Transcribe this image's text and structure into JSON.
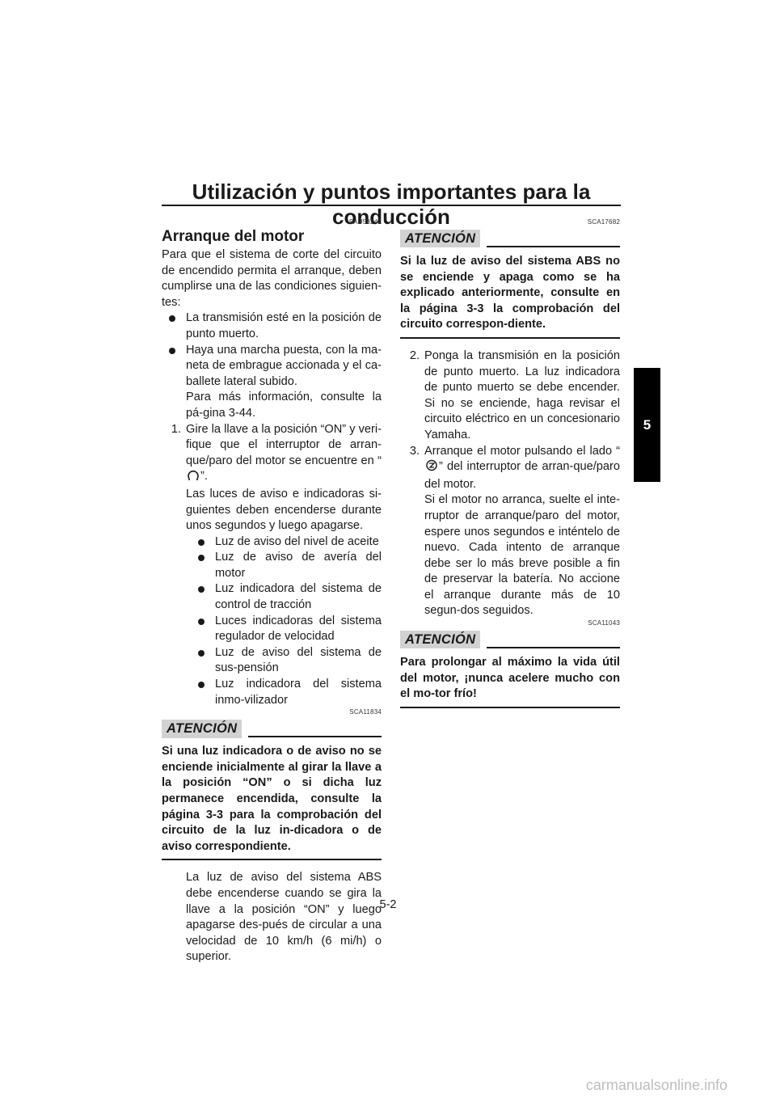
{
  "header": {
    "title": "Utilización y puntos importantes para la conducción",
    "chapter_tab": "5"
  },
  "left": {
    "section_code": "SAU58242",
    "section_title": "Arranque del motor",
    "intro": "Para que el sistema de corte del circuito de encendido permita el arranque, deben cumplirse una de las condiciones siguien-tes:",
    "conditions": [
      "La transmisión esté en la posición de punto muerto.",
      "Haya una marcha puesta, con la ma-neta de embrague accionada y el ca-ballete lateral subido."
    ],
    "conditions_note": "Para más información, consulte la pá-gina 3-44.",
    "step1_num": "1.",
    "step1_text_a": "Gire la llave a la posición “ON” y veri-fique que el interruptor de arran-que/paro del motor se encuentre en “",
    "step1_text_b": "”.",
    "step1_note": "Las luces de aviso e indicadoras si-guientes deben encenderse durante unos segundos y luego apagarse.",
    "lights": [
      "Luz de aviso del nivel de aceite",
      "Luz de aviso de avería del motor",
      "Luz indicadora del sistema de control de tracción",
      "Luces indicadoras del sistema regulador de velocidad",
      "Luz de aviso del sistema de sus-pensión",
      "Luz indicadora del sistema inmo-vilizador"
    ],
    "caution_code": "SCA11834",
    "caution_label": "ATENCIÓN",
    "caution_text": "Si una luz indicadora o de aviso no se enciende inicialmente al girar la llave a la posición “ON” o si dicha luz permanece encendida, consulte la página 3-3 para la comprobación del circuito de la luz in-dicadora o de aviso correspondiente.",
    "abs_note": "La luz de aviso del sistema ABS debe encenderse cuando se gira la llave a la posición “ON” y luego apagarse des-pués de circular a una velocidad de 10 km/h (6 mi/h) o superior."
  },
  "right": {
    "caution1_code": "SCA17682",
    "caution1_label": "ATENCIÓN",
    "caution1_text": "Si la luz de aviso del sistema ABS no se enciende y apaga como se ha explicado anteriormente, consulte en la página 3-3 la comprobación del circuito correspon-diente.",
    "step2_num": "2.",
    "step2_text": "Ponga la transmisión en la posición de punto muerto. La luz indicadora de punto muerto se debe encender. Si no se enciende, haga revisar el circuito eléctrico en un concesionario Yamaha.",
    "step3_num": "3.",
    "step3_text_a": "Arranque el motor pulsando el lado “",
    "step3_text_b": "” del interruptor de arran-que/paro del motor.",
    "step3_note": "Si el motor no arranca, suelte el inte-rruptor de arranque/paro del motor, espere unos segundos e inténtelo de nuevo. Cada intento de arranque debe ser lo más breve posible a fin de preservar la batería. No accione el arranque durante más de 10 segun-dos seguidos.",
    "caution2_code": "SCA11043",
    "caution2_label": "ATENCIÓN",
    "caution2_text": "Para prolongar al máximo la vida útil del motor, ¡nunca acelere mucho con el mo-tor frío!"
  },
  "footer": {
    "page_number": "5-2",
    "watermark": "carmanualsonline.info"
  },
  "icons": {
    "run_switch": "engine-run-icon",
    "start_switch": "engine-start-icon"
  }
}
